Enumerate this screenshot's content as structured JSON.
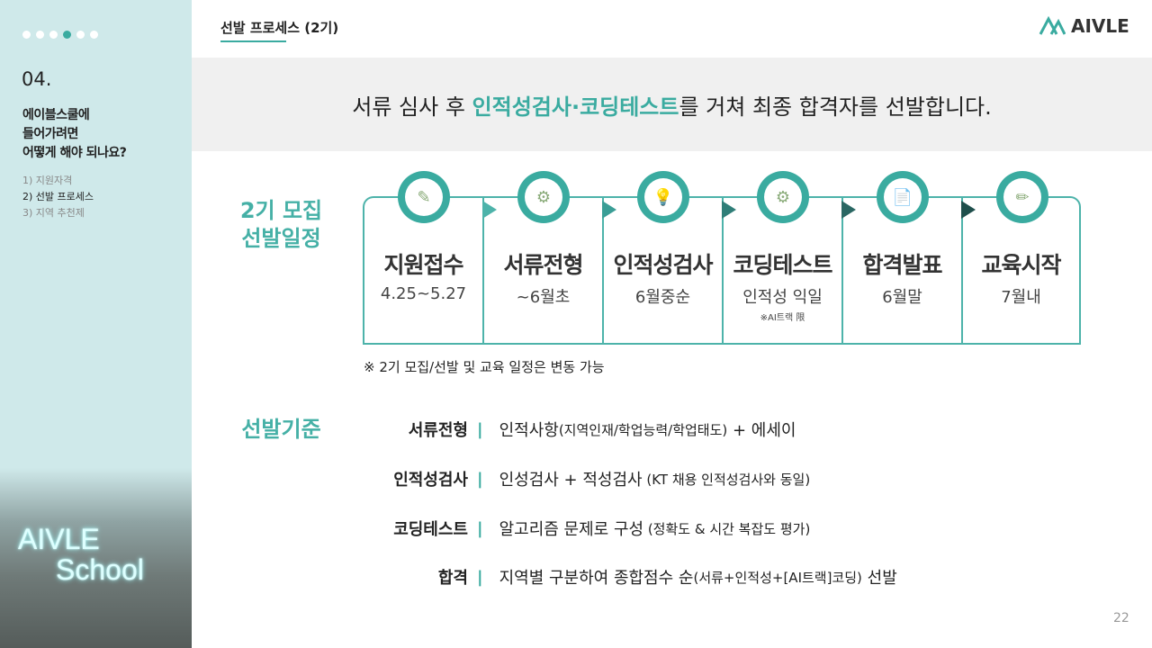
{
  "sidebar": {
    "section_number": "04.",
    "section_title": [
      "에이블스쿨에",
      "들어가려면",
      "어떻게 해야 되나요?"
    ],
    "subnav": [
      "1)  지원자격",
      "2)  선발 프로세스",
      "3)  지역 추천제"
    ],
    "active_index": 1,
    "dots": 6,
    "active_dot": 3,
    "photo_sign": [
      "AIVLE",
      "School"
    ]
  },
  "header": {
    "title": "선발 프로세스 (2기)",
    "logo": "AIVLE"
  },
  "banner": {
    "before": "서류 심사 후 ",
    "highlight": "인적성검사·코딩테스트",
    "after": "를 거쳐 최종 합격자를 선발합니다."
  },
  "schedule": {
    "heading": [
      "2기 모집",
      "선발일정"
    ],
    "steps": [
      {
        "name": "지원접수",
        "date": "4.25~5.27",
        "icon": "document-money-icon"
      },
      {
        "name": "서류전형",
        "date": "~6월초",
        "icon": "document-review-icon"
      },
      {
        "name": "인적성검사",
        "date": "6월중순",
        "icon": "person-idea-icon"
      },
      {
        "name": "코딩테스트",
        "date": "인적성 익일",
        "note": "※AI트랙 限",
        "icon": "idea-gear-icon"
      },
      {
        "name": "합격발표",
        "date": "6월말",
        "icon": "announcement-icon"
      },
      {
        "name": "교육시작",
        "date": "7월내",
        "icon": "pen-idea-icon"
      }
    ],
    "footnote": "※ 2기 모집/선발 및 교육 일정은 변동 가능"
  },
  "criteria": {
    "heading": "선발기준",
    "rows": [
      {
        "label": "서류전형",
        "main": "인적사항",
        "sub": "(지역인재/학업능력/학업태도)",
        "tail": " + 에세이"
      },
      {
        "label": "인적성검사",
        "main": "인성검사 + 적성검사",
        "sub": " (KT 채용 인적성검사와 동일)",
        "tail": ""
      },
      {
        "label": "코딩테스트",
        "main": "알고리즘 문제로 구성",
        "sub": " (정확도 & 시간 복잡도 평가)",
        "tail": ""
      },
      {
        "label": "합격",
        "main": "지역별 구분하여 종합점수 순",
        "sub": "(서류+인적성+[AI트랙]코딩)",
        "tail": " 선발"
      }
    ]
  },
  "page_number": "22",
  "colors": {
    "accent": "#3aaba0",
    "sidebar": "#cfe9ea",
    "banner": "#f0f0f0"
  }
}
